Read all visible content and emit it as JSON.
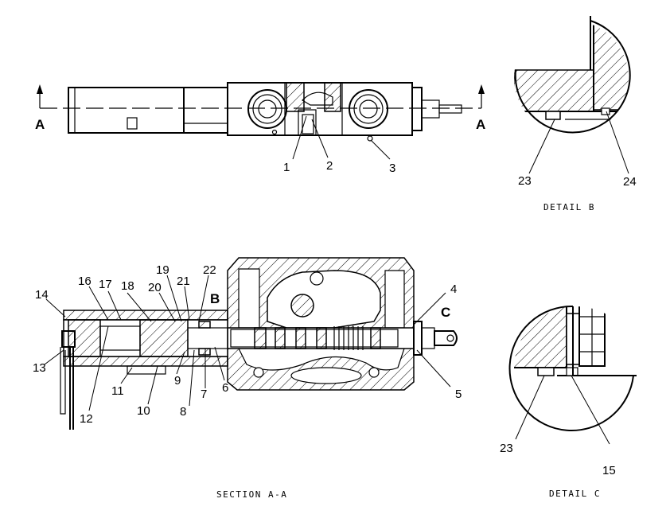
{
  "section_marks": {
    "left": "A",
    "right": "A"
  },
  "top_view_callouts": [
    "1",
    "2",
    "3"
  ],
  "section_callouts": [
    "4",
    "5",
    "6",
    "7",
    "8",
    "9",
    "10",
    "11",
    "12",
    "13",
    "14",
    "16",
    "17",
    "18",
    "19",
    "20",
    "21",
    "22"
  ],
  "detail_refs": {
    "b": "B",
    "c": "C"
  },
  "detail_b": {
    "callouts": [
      "23",
      "24"
    ],
    "caption": "DETAIL B"
  },
  "detail_c": {
    "callouts": [
      "23",
      "15"
    ],
    "caption": "DETAIL C"
  },
  "section_caption": "SECTION A-A"
}
